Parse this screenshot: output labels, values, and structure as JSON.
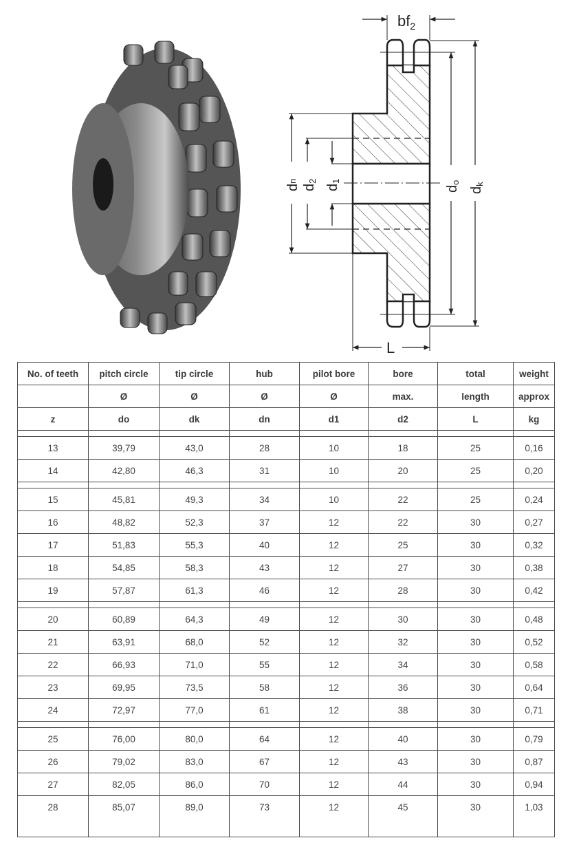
{
  "drawing": {
    "labels": {
      "bf2": "bf",
      "bf2_sub": "2",
      "dn": "d",
      "dn_sub": "n",
      "d2": "d",
      "d2_sub": "2",
      "d1": "d",
      "d1_sub": "1",
      "do": "d",
      "do_sub": "o",
      "dk": "d",
      "dk_sub": "k",
      "L": "L"
    }
  },
  "table": {
    "header_rows": [
      [
        "No. of teeth",
        "pitch circle",
        "tip circle",
        "hub",
        "pilot bore",
        "bore",
        "total",
        "weight"
      ],
      [
        "",
        "Ø",
        "Ø",
        "Ø",
        "Ø",
        "max.",
        "length",
        "approx"
      ],
      [
        "z",
        "do",
        "dk",
        "dn",
        "d1",
        "d2",
        "L",
        "kg"
      ]
    ],
    "groups": [
      [
        [
          "13",
          "39,79",
          "43,0",
          "28",
          "10",
          "18",
          "25",
          "0,16"
        ],
        [
          "14",
          "42,80",
          "46,3",
          "31",
          "10",
          "20",
          "25",
          "0,20"
        ]
      ],
      [
        [
          "15",
          "45,81",
          "49,3",
          "34",
          "10",
          "22",
          "25",
          "0,24"
        ],
        [
          "16",
          "48,82",
          "52,3",
          "37",
          "12",
          "22",
          "30",
          "0,27"
        ],
        [
          "17",
          "51,83",
          "55,3",
          "40",
          "12",
          "25",
          "30",
          "0,32"
        ],
        [
          "18",
          "54,85",
          "58,3",
          "43",
          "12",
          "27",
          "30",
          "0,38"
        ],
        [
          "19",
          "57,87",
          "61,3",
          "46",
          "12",
          "28",
          "30",
          "0,42"
        ]
      ],
      [
        [
          "20",
          "60,89",
          "64,3",
          "49",
          "12",
          "30",
          "30",
          "0,48"
        ],
        [
          "21",
          "63,91",
          "68,0",
          "52",
          "12",
          "32",
          "30",
          "0,52"
        ],
        [
          "22",
          "66,93",
          "71,0",
          "55",
          "12",
          "34",
          "30",
          "0,58"
        ],
        [
          "23",
          "69,95",
          "73,5",
          "58",
          "12",
          "36",
          "30",
          "0,64"
        ],
        [
          "24",
          "72,97",
          "77,0",
          "61",
          "12",
          "38",
          "30",
          "0,71"
        ]
      ],
      [
        [
          "25",
          "76,00",
          "80,0",
          "64",
          "12",
          "40",
          "30",
          "0,79"
        ],
        [
          "26",
          "79,02",
          "83,0",
          "67",
          "12",
          "43",
          "30",
          "0,87"
        ],
        [
          "27",
          "82,05",
          "86,0",
          "70",
          "12",
          "44",
          "30",
          "0,94"
        ],
        [
          "28",
          "85,07",
          "89,0",
          "73",
          "12",
          "45",
          "30",
          "1,03"
        ]
      ]
    ]
  }
}
